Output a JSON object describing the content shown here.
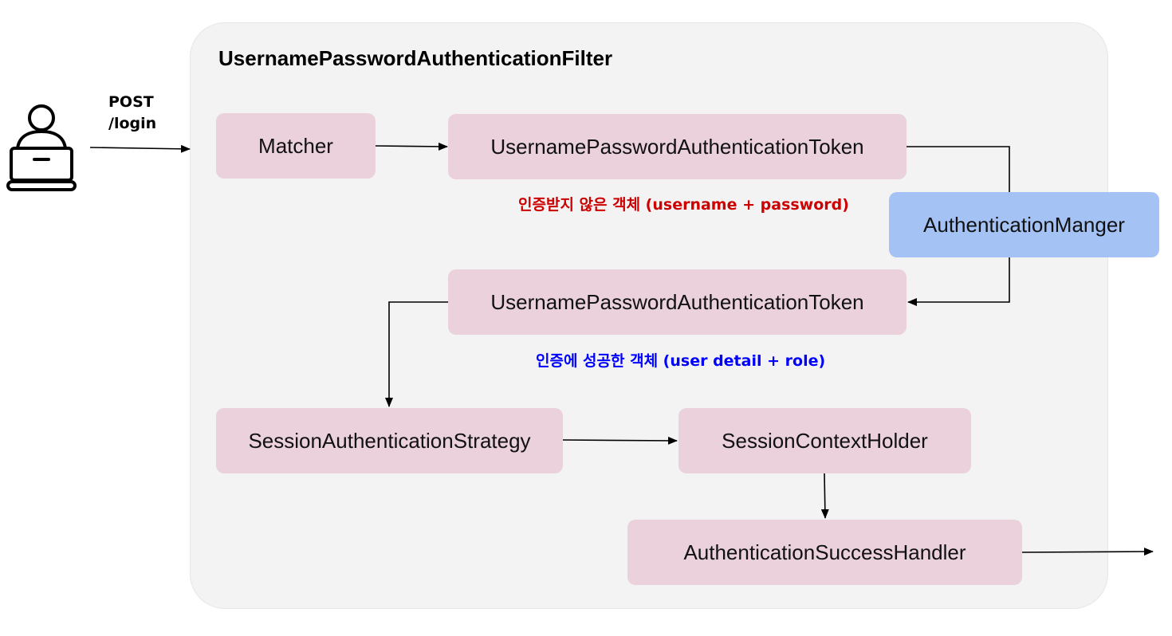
{
  "filter": {
    "title": "UsernamePasswordAuthenticationFilter"
  },
  "request": {
    "method": "POST",
    "path": "/login"
  },
  "nodes": {
    "matcher": "Matcher",
    "unauthenticated_token": "UsernamePasswordAuthenticationToken",
    "authentication_manager": "AuthenticationManger",
    "authenticated_token": "UsernamePasswordAuthenticationToken",
    "session_strategy": "SessionAuthenticationStrategy",
    "session_context_holder": "SessionContextHolder",
    "success_handler": "AuthenticationSuccessHandler"
  },
  "annotations": {
    "unauthenticated": "인증받지 않은 객체 (username + password)",
    "authenticated": "인증에 성공한 객체 (user detail + role)"
  },
  "icons": {
    "user": "user-laptop-icon"
  },
  "colors": {
    "panel_background": "#f3f3f3",
    "node_pink": "#ead1dc",
    "node_blue": "#a4c2f4",
    "annotation_red": "#cc0000",
    "annotation_blue": "#0000ff"
  }
}
